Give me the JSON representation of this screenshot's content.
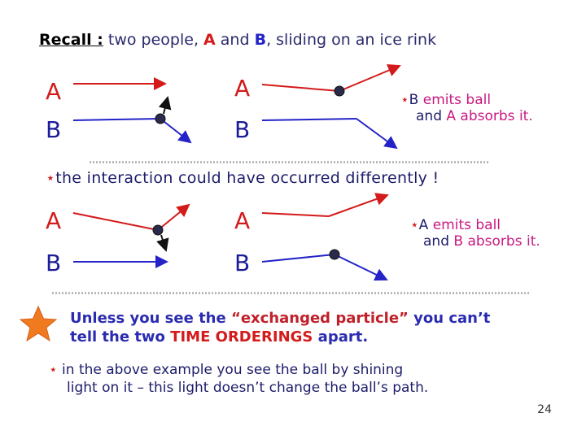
{
  "title": {
    "recall": "Recall :",
    "part1": " two people, ",
    "a": "A",
    "part2": " and ",
    "b": "B",
    "part3": ", sliding on an ice rink"
  },
  "labels": {
    "a": "A",
    "b": "B"
  },
  "note1": {
    "star": "⋆",
    "who": "B",
    "line1_rest": " emits ball",
    "line2_pre": "and ",
    "who2": "A",
    "line2_rest": " absorbs it."
  },
  "interaction": {
    "star": "⋆",
    "text": "the interaction could have occurred differently !"
  },
  "note2": {
    "star": "⋆",
    "who": "A",
    "line1_rest": " emits ball",
    "line2_pre": "and ",
    "who2": "B",
    "line2_rest": " absorbs it."
  },
  "unless": {
    "pre": "Unless you see the ",
    "particle": "“exchanged particle”",
    "mid": " you can’t",
    "line2_pre": "tell the two ",
    "orderings": "TIME ORDERINGS",
    "line2_post": " apart."
  },
  "ball_light": {
    "star": "⋆",
    "line1": " in the above example you see the ball by shining",
    "line2": "light on it – this light doesn’t  change the ball’s path."
  },
  "page_number": "24",
  "colors": {
    "red": "#d41a1a",
    "blue": "#2323c8",
    "ball": "#2a2a4a",
    "star_fill": "#f07a1e"
  }
}
